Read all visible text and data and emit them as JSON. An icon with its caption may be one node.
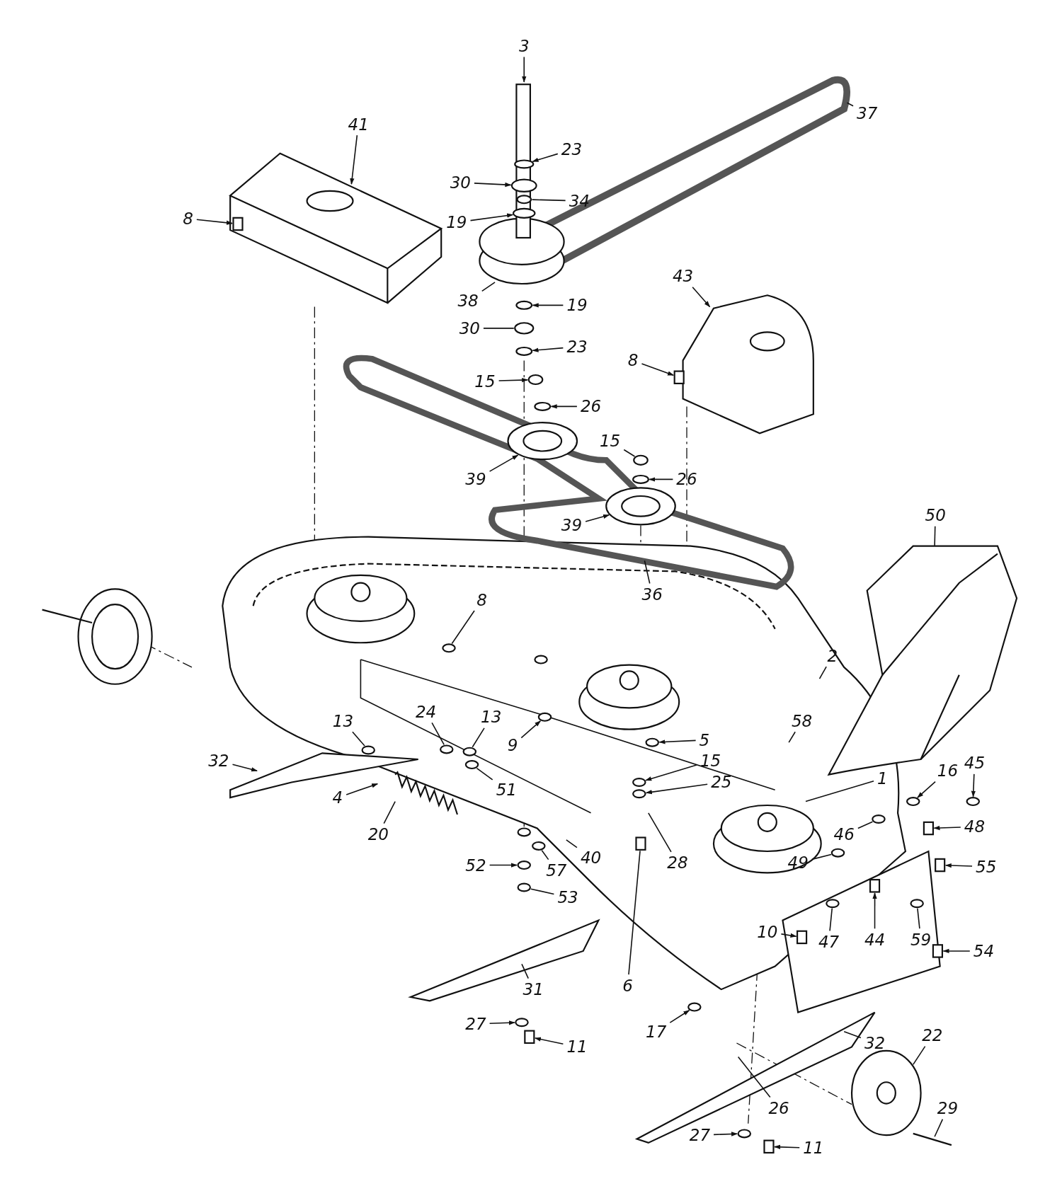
{
  "diagram": {
    "nodes": [
      {
        "text": [
          "3"
        ]
      },
      {
        "text": [
          "23"
        ]
      },
      {
        "text": [
          "30"
        ]
      },
      {
        "text": [
          "19"
        ]
      },
      {
        "text": [
          "34"
        ]
      },
      {
        "text": [
          "37"
        ]
      },
      {
        "text": [
          "41"
        ]
      },
      {
        "text": [
          "8"
        ]
      },
      {
        "text": [
          "38"
        ]
      },
      {
        "text": [
          "19"
        ]
      },
      {
        "text": [
          "30"
        ]
      },
      {
        "text": [
          "23"
        ]
      },
      {
        "text": [
          "15"
        ]
      },
      {
        "text": [
          "26"
        ]
      },
      {
        "text": [
          "39"
        ]
      },
      {
        "text": [
          "43"
        ]
      },
      {
        "text": [
          "8"
        ]
      },
      {
        "text": [
          "15"
        ]
      },
      {
        "text": [
          "26"
        ]
      },
      {
        "text": [
          "39"
        ]
      },
      {
        "text": [
          "36"
        ]
      },
      {
        "text": [
          "50"
        ]
      },
      {
        "text": [
          "8"
        ]
      },
      {
        "text": [
          "2"
        ]
      },
      {
        "text": [
          "58"
        ]
      },
      {
        "text": [
          "13"
        ]
      },
      {
        "text": [
          "24"
        ]
      },
      {
        "text": [
          "13"
        ]
      },
      {
        "text": [
          "9"
        ]
      },
      {
        "text": [
          "5"
        ]
      },
      {
        "text": [
          "51"
        ]
      },
      {
        "text": [
          "32"
        ]
      },
      {
        "text": [
          "4"
        ]
      },
      {
        "text": [
          "20"
        ]
      },
      {
        "text": [
          "15"
        ]
      },
      {
        "text": [
          "25"
        ]
      },
      {
        "text": [
          "1"
        ]
      },
      {
        "text": [
          "16"
        ]
      },
      {
        "text": [
          "45"
        ]
      },
      {
        "text": [
          "46"
        ]
      },
      {
        "text": [
          "48"
        ]
      },
      {
        "text": [
          "55"
        ]
      },
      {
        "text": [
          "28"
        ]
      },
      {
        "text": [
          "40"
        ]
      },
      {
        "text": [
          "57"
        ]
      },
      {
        "text": [
          "52"
        ]
      },
      {
        "text": [
          "53"
        ]
      },
      {
        "text": [
          "49"
        ]
      },
      {
        "text": [
          "47"
        ]
      },
      {
        "text": [
          "44"
        ]
      },
      {
        "text": [
          "59"
        ]
      },
      {
        "text": [
          "10"
        ]
      },
      {
        "text": [
          "54"
        ]
      },
      {
        "text": [
          "6"
        ]
      },
      {
        "text": [
          "31"
        ]
      },
      {
        "text": [
          "17"
        ]
      },
      {
        "text": [
          "27"
        ]
      },
      {
        "text": [
          "11"
        ]
      },
      {
        "text": [
          "32"
        ]
      },
      {
        "text": [
          "22"
        ]
      },
      {
        "text": [
          "29"
        ]
      },
      {
        "text": [
          "26"
        ]
      },
      {
        "text": [
          "27"
        ]
      },
      {
        "text": [
          "11"
        ]
      },
      {
        "text": [],
        "shape": "circle"
      },
      {
        "text": [],
        "shape": "circle"
      },
      {
        "text": [],
        "shape": "circle"
      },
      {
        "text": [],
        "shape": "circle"
      },
      {
        "text": [],
        "shape": "box"
      },
      {
        "text": [],
        "shape": "circle"
      },
      {
        "text": [],
        "shape": "circle"
      },
      {
        "text": [],
        "shape": "circle"
      },
      {
        "text": [],
        "shape": "circle"
      },
      {
        "text": [],
        "shape": "circle"
      },
      {
        "text": [],
        "shape": "circle"
      },
      {
        "text": [],
        "shape": "box"
      },
      {
        "text": [],
        "shape": "circle"
      },
      {
        "text": [],
        "shape": "circle"
      },
      {
        "text": [],
        "shape": "circle"
      },
      {
        "text": [],
        "shape": "circle"
      },
      {
        "text": [],
        "shape": "circle"
      },
      {
        "text": [],
        "shape": "circle"
      },
      {
        "text": [],
        "shape": "circle"
      },
      {
        "text": [],
        "shape": "circle"
      },
      {
        "text": [],
        "shape": "circle"
      },
      {
        "text": [],
        "shape": "circle"
      },
      {
        "text": [],
        "shape": "circle"
      },
      {
        "text": [],
        "shape": "circle"
      },
      {
        "text": [],
        "shape": "circle"
      },
      {
        "text": [],
        "shape": "circle"
      },
      {
        "text": [],
        "shape": "circle"
      },
      {
        "text": [],
        "shape": "box"
      },
      {
        "text": [],
        "shape": "box"
      },
      {
        "text": [],
        "shape": "circle"
      },
      {
        "text": [],
        "shape": "circle"
      },
      {
        "text": [],
        "shape": "circle"
      },
      {
        "text": [],
        "shape": "circle"
      },
      {
        "text": [],
        "shape": "circle"
      },
      {
        "text": [],
        "shape": "box"
      },
      {
        "text": [],
        "shape": "circle"
      },
      {
        "text": [],
        "shape": "box"
      },
      {
        "text": [],
        "shape": "box"
      },
      {
        "text": [],
        "shape": "box"
      },
      {
        "text": [],
        "shape": "circle"
      },
      {
        "text": [],
        "shape": "circle"
      },
      {
        "text": [],
        "shape": "box"
      },
      {
        "text": [],
        "shape": "circle"
      },
      {
        "text": [],
        "shape": "box"
      }
    ],
    "edges": [
      {
        "from": 0,
        "to": null,
        "arrow": "to"
      },
      {
        "from": 1,
        "to": 64,
        "arrow": "to"
      },
      {
        "from": 2,
        "to": 65,
        "arrow": "to"
      },
      {
        "from": 3,
        "to": 66,
        "arrow": "to"
      },
      {
        "from": 4,
        "to": 67,
        "arrow": "none"
      },
      {
        "from": 5,
        "to": null,
        "arrow": "none"
      },
      {
        "from": 6,
        "to": null,
        "arrow": "to"
      },
      {
        "from": 7,
        "to": 68,
        "arrow": "to"
      },
      {
        "from": 8,
        "to": null,
        "arrow": "none"
      },
      {
        "from": 9,
        "to": 69,
        "arrow": "to"
      },
      {
        "from": 10,
        "to": 70,
        "arrow": "none"
      },
      {
        "from": 11,
        "to": 71,
        "arrow": "to"
      },
      {
        "from": 12,
        "to": 72,
        "arrow": "to"
      },
      {
        "from": 13,
        "to": 73,
        "arrow": "to"
      },
      {
        "from": 14,
        "to": 74,
        "arrow": "to"
      },
      {
        "from": 15,
        "to": null,
        "arrow": "to"
      },
      {
        "from": 16,
        "to": 75,
        "arrow": "to"
      },
      {
        "from": 17,
        "to": 76,
        "arrow": "none"
      },
      {
        "from": 18,
        "to": 77,
        "arrow": "to"
      },
      {
        "from": 19,
        "to": 78,
        "arrow": "to"
      },
      {
        "from": 20,
        "to": null,
        "arrow": "none"
      },
      {
        "from": 21,
        "to": null,
        "arrow": "none"
      },
      {
        "from": 22,
        "to": 79,
        "arrow": "none"
      },
      {
        "from": 23,
        "to": null,
        "arrow": "none"
      },
      {
        "from": 24,
        "to": null,
        "arrow": "none"
      },
      {
        "from": 25,
        "to": 80,
        "arrow": "none"
      },
      {
        "from": 26,
        "to": 81,
        "arrow": "none"
      },
      {
        "from": 27,
        "to": 82,
        "arrow": "none"
      },
      {
        "from": 28,
        "to": 83,
        "arrow": "to"
      },
      {
        "from": 29,
        "to": 84,
        "arrow": "to"
      },
      {
        "from": 30,
        "to": 85,
        "arrow": "none"
      },
      {
        "from": 31,
        "to": null,
        "arrow": "to"
      },
      {
        "from": 32,
        "to": null,
        "arrow": "to"
      },
      {
        "from": 33,
        "to": null,
        "arrow": "none"
      },
      {
        "from": 34,
        "to": 86,
        "arrow": "to"
      },
      {
        "from": 35,
        "to": 87,
        "arrow": "to"
      },
      {
        "from": 36,
        "to": null,
        "arrow": "none"
      },
      {
        "from": 37,
        "to": 88,
        "arrow": "to"
      },
      {
        "from": 38,
        "to": 89,
        "arrow": "to"
      },
      {
        "from": 39,
        "to": 90,
        "arrow": "none"
      },
      {
        "from": 40,
        "to": 91,
        "arrow": "to"
      },
      {
        "from": 41,
        "to": 92,
        "arrow": "to"
      },
      {
        "from": 42,
        "to": null,
        "arrow": "none"
      },
      {
        "from": 43,
        "to": null,
        "arrow": "none"
      },
      {
        "from": 44,
        "to": 93,
        "arrow": "none"
      },
      {
        "from": 45,
        "to": 94,
        "arrow": "to"
      },
      {
        "from": 46,
        "to": 95,
        "arrow": "none"
      },
      {
        "from": 47,
        "to": 96,
        "arrow": "none"
      },
      {
        "from": 48,
        "to": 97,
        "arrow": "none"
      },
      {
        "from": 49,
        "to": 98,
        "arrow": "to"
      },
      {
        "from": 50,
        "to": 99,
        "arrow": "none"
      },
      {
        "from": 51,
        "to": 100,
        "arrow": "to"
      },
      {
        "from": 52,
        "to": 101,
        "arrow": "to"
      },
      {
        "from": 53,
        "to": 102,
        "arrow": "none"
      },
      {
        "from": 54,
        "to": null,
        "arrow": "none"
      },
      {
        "from": 55,
        "to": 103,
        "arrow": "to"
      },
      {
        "from": 56,
        "to": 104,
        "arrow": "to"
      },
      {
        "from": 57,
        "to": 105,
        "arrow": "to"
      },
      {
        "from": 58,
        "to": null,
        "arrow": "none"
      },
      {
        "from": 59,
        "to": null,
        "arrow": "none"
      },
      {
        "from": 60,
        "to": null,
        "arrow": "none"
      },
      {
        "from": 61,
        "to": null,
        "arrow": "none"
      },
      {
        "from": 62,
        "to": 106,
        "arrow": "to"
      },
      {
        "from": 63,
        "to": 107,
        "arrow": "to"
      }
    ]
  }
}
